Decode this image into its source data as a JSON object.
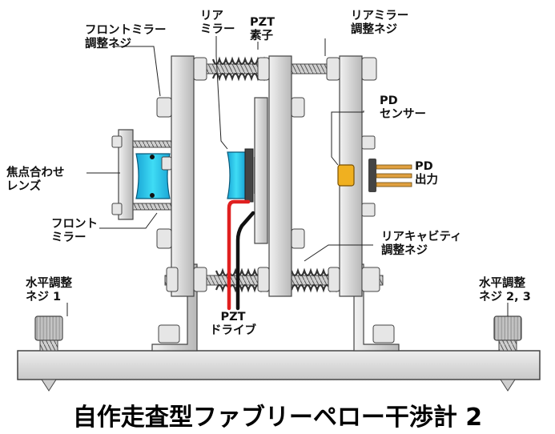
{
  "labels": {
    "front_mirror_adjust_screw": [
      "フロントミラー",
      "調整ネジ"
    ],
    "rear_mirror": [
      "リア",
      "ミラー"
    ],
    "pzt_element": [
      "PZT",
      "素子"
    ],
    "rear_mirror_adjust_screw": [
      "リアミラー",
      "調整ネジ"
    ],
    "pd_sensor": [
      "PD",
      "センサー"
    ],
    "focus_lens": [
      "焦点合わせ",
      "レンズ"
    ],
    "pd_output": [
      "PD",
      "出力"
    ],
    "front_mirror": [
      "フロント",
      "ミラー"
    ],
    "rear_cavity_adjust_screw": [
      "リアキャビティ",
      "調整ネジ"
    ],
    "leveling_screw_1": [
      "水平調整",
      "ネジ 1"
    ],
    "leveling_screw_2_3": [
      "水平調整",
      "ネジ 2, 3"
    ],
    "pzt_drive": [
      "PZT",
      "ドライブ"
    ]
  },
  "title": "自作走査型ファブリーペロー干渉計 2",
  "colors": {
    "lens": "#27c8e8",
    "pd_sensor": "#f0b020",
    "pd_pins": "#e0a040",
    "pzt_wire_red": "#e02020",
    "pzt_wire_black": "#111111",
    "metal": "#d8d8d8",
    "base": "#e0e0e0"
  }
}
